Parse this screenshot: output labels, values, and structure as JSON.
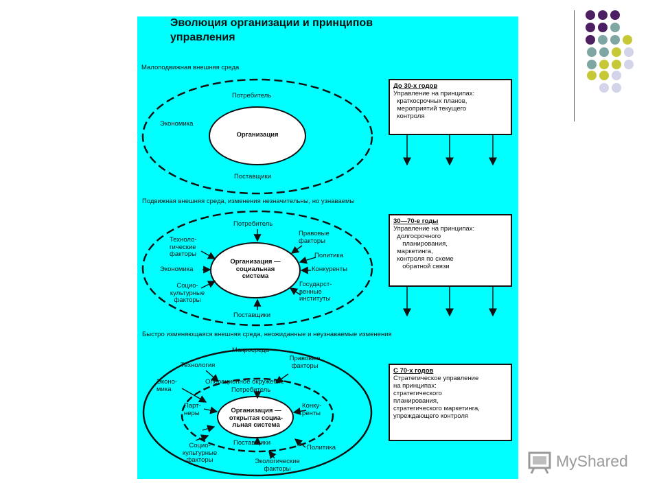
{
  "title": "Эволюция организации и принципов\nуправления",
  "stage1": {
    "heading": "Малоподвижная внешняя среда",
    "consumer": "Потребитель",
    "economy": "Экономика",
    "organization": "Организация",
    "suppliers": "Поставщики"
  },
  "stage2": {
    "heading": "Подвижная внешняя среда, изменения незначительны, но узнаваемы",
    "consumer": "Потребитель",
    "tech": "Техноло-\nгические\nфакторы",
    "legal": "Правовые\nфакторы",
    "politics": "Политика",
    "economy": "Экономика",
    "competitors": "Конкуренты",
    "sociocultural": "Социо-\nкультурные\nфакторы",
    "state": "Государст-\nвенные\nинституты",
    "organization": "Организация —\nсоциальная\nсистема",
    "suppliers": "Поставщики"
  },
  "stage3": {
    "heading": "Быстро изменяющаяся внешняя среда, неожиданные и неузнаваемые изменения",
    "macro": "Макросреда",
    "technology": "Технология",
    "legal": "Правовые\nфакторы",
    "economy": "Эконо-\nмика",
    "operational": "Операционное окружение",
    "consumer": "Потребитель",
    "partners": "Парт-\nнеры",
    "competitors": "Конку-\nренты",
    "organization": "Организация —\nоткрытая социа-\nльная система",
    "suppliers": "Поставщики",
    "politics": "Политика",
    "sociocultural": "Социо-\nкультурные\nфакторы",
    "ecology": "Экологические\nфакторы"
  },
  "boxes": [
    {
      "head": "До 30-х годов",
      "body": "Управление на принципах:\n  краткосрочных планов,\n  мероприятий текущего\n  контроля"
    },
    {
      "head": "30—70-е годы",
      "body": "Управление на принципах:\n  долгосрочного\n     планирования,\n  маркетинга,\n  контроля по схеме\n     обратной связи"
    },
    {
      "head": "С 70-х годов",
      "body": "Стратегическое управление\nна принципах:\nстратегического\nпланирования,\nстратегического маркетинга,\nупреждающего контроля"
    }
  ],
  "logo": {
    "text": "MyShared"
  },
  "colors": {
    "panel": "#00ffff",
    "dot_purple": "#4b1f62",
    "dot_teal": "#7fa6a3",
    "dot_olive": "#c6c837",
    "dot_lavender": "#d3d3ea"
  }
}
